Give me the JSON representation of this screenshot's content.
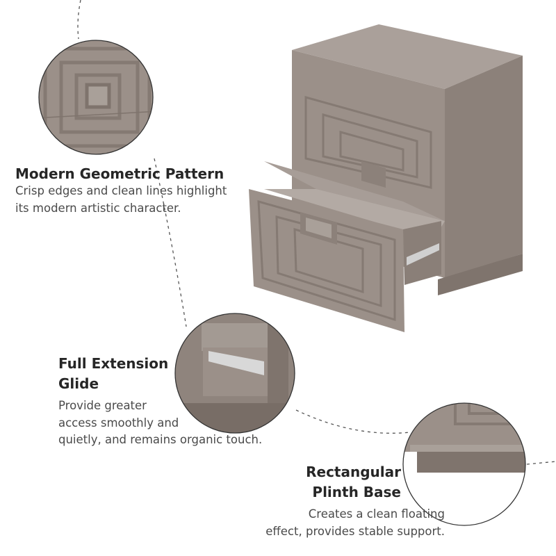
{
  "colors": {
    "product": "#9b9089",
    "product_dark": "#7f746d",
    "product_light": "#aaa09a",
    "line": "#555555"
  },
  "features": [
    {
      "title": [
        "Modern Geometric Pattern"
      ],
      "body": [
        "Crisp edges and clean lines highlight",
        "its modern artistic character."
      ]
    },
    {
      "title": [
        "Full Extension",
        "Glide"
      ],
      "body": [
        "Provide greater",
        "access smoothly and",
        "quietly, and remains organic touch."
      ]
    },
    {
      "title": [
        "Rectangular",
        "Plinth Base"
      ],
      "body": [
        "Creates a clean floating",
        "effect, provides stable support."
      ]
    }
  ]
}
